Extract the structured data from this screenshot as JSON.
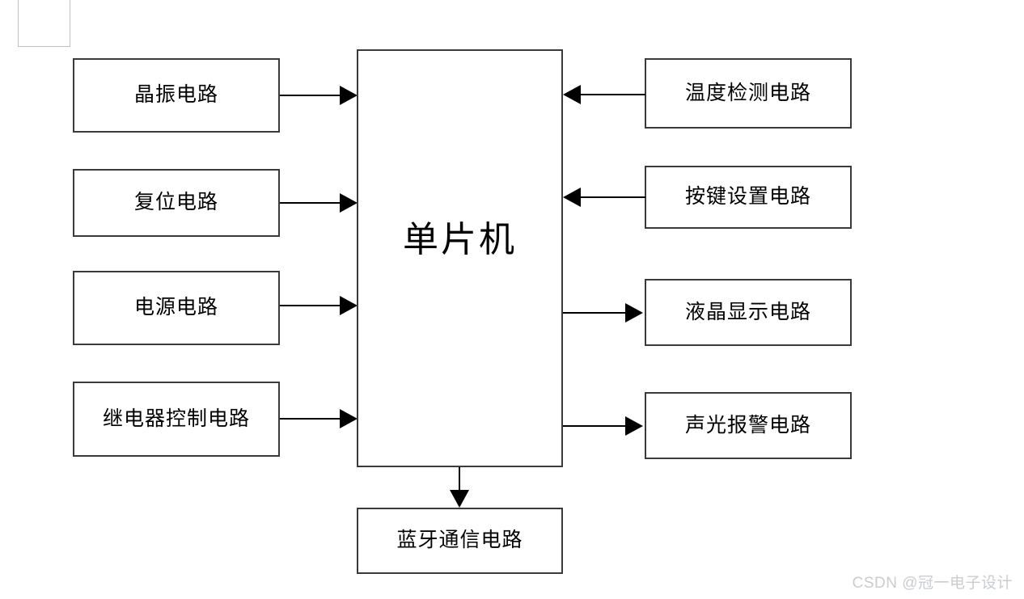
{
  "diagram": {
    "title_node": {
      "label": "单片机"
    },
    "left_nodes": [
      {
        "label": "晶振电路",
        "direction": "to-mcu"
      },
      {
        "label": "复位电路",
        "direction": "to-mcu"
      },
      {
        "label": "电源电路",
        "direction": "to-mcu"
      },
      {
        "label": "继电器控制电路",
        "direction": "to-mcu"
      }
    ],
    "right_nodes": [
      {
        "label": "温度检测电路",
        "direction": "to-mcu"
      },
      {
        "label": "按键设置电路",
        "direction": "to-mcu"
      },
      {
        "label": "液晶显示电路",
        "direction": "from-mcu"
      },
      {
        "label": "声光报警电路",
        "direction": "from-mcu"
      }
    ],
    "bottom_nodes": [
      {
        "label": "蓝牙通信电路",
        "direction": "from-mcu"
      }
    ],
    "colors": {
      "box_border": "#3a3a3a",
      "line": "#000000",
      "background": "#ffffff",
      "watermark": "#c9ccd1",
      "ghost_rect_border": "#bfbfbf"
    }
  },
  "watermark": {
    "text": "CSDN @冠一电子设计"
  }
}
